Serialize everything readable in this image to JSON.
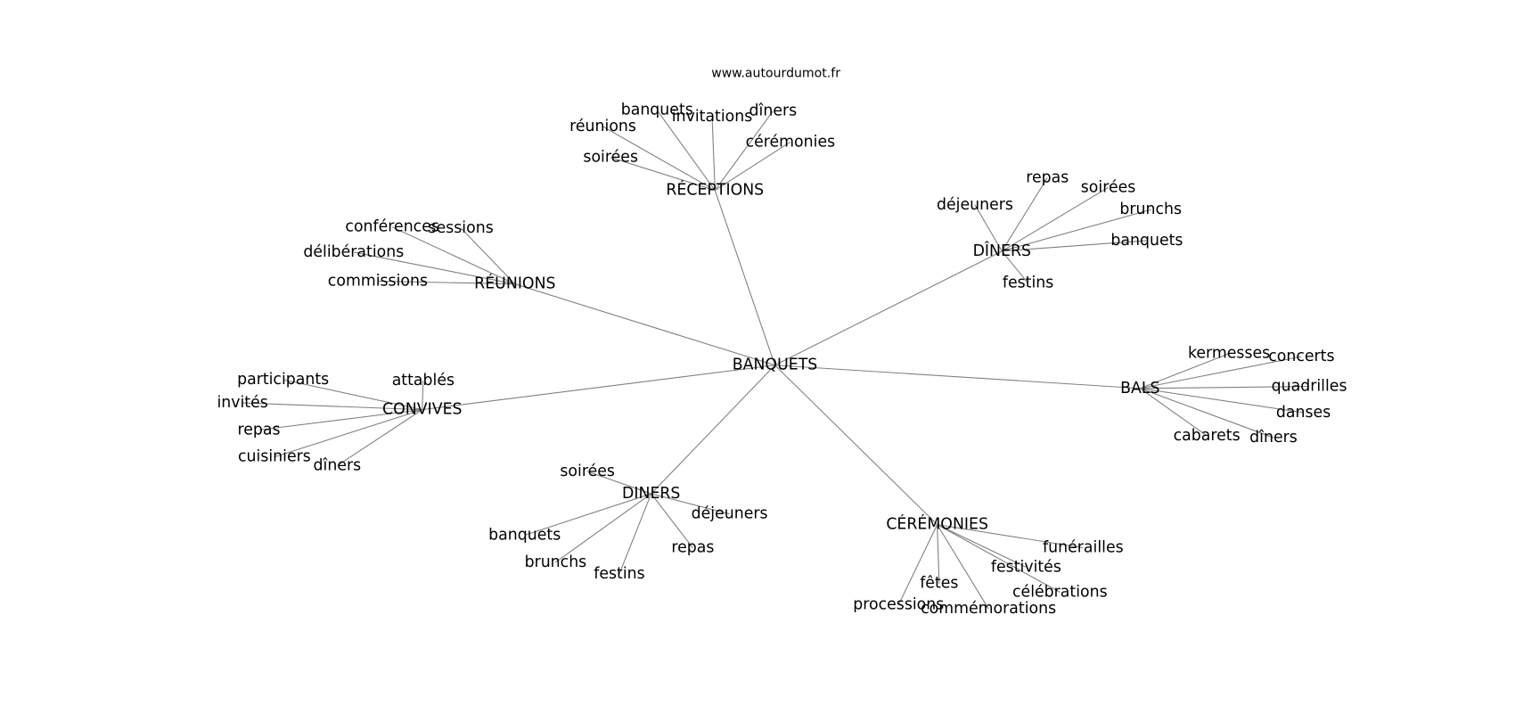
{
  "title": "www.autourdumot.fr",
  "graph": {
    "center": "BANQUETS",
    "edge_color": "#808080",
    "clusters": [
      {
        "label": "RÉCEPTIONS",
        "children": [
          "banquets",
          "invitations",
          "dîners",
          "cérémonies",
          "réunions",
          "soirées"
        ]
      },
      {
        "label": "DÎNERS",
        "children": [
          "repas",
          "soirées",
          "déjeuners",
          "brunchs",
          "banquets",
          "festins"
        ]
      },
      {
        "label": "RÉUNIONS",
        "children": [
          "conférences",
          "sessions",
          "délibérations",
          "commissions"
        ]
      },
      {
        "label": "CONVIVES",
        "children": [
          "participants",
          "attablés",
          "invités",
          "repas",
          "cuisiniers",
          "dîners"
        ]
      },
      {
        "label": "BALS",
        "children": [
          "kermesses",
          "concerts",
          "quadrilles",
          "danses",
          "cabarets",
          "dîners"
        ]
      },
      {
        "label": "DINERS",
        "children": [
          "soirées",
          "déjeuners",
          "banquets",
          "brunchs",
          "festins",
          "repas"
        ]
      },
      {
        "label": "CÉRÉMONIES",
        "children": [
          "funérailles",
          "festivités",
          "célébrations",
          "fêtes",
          "processions",
          "commémorations"
        ]
      }
    ]
  }
}
